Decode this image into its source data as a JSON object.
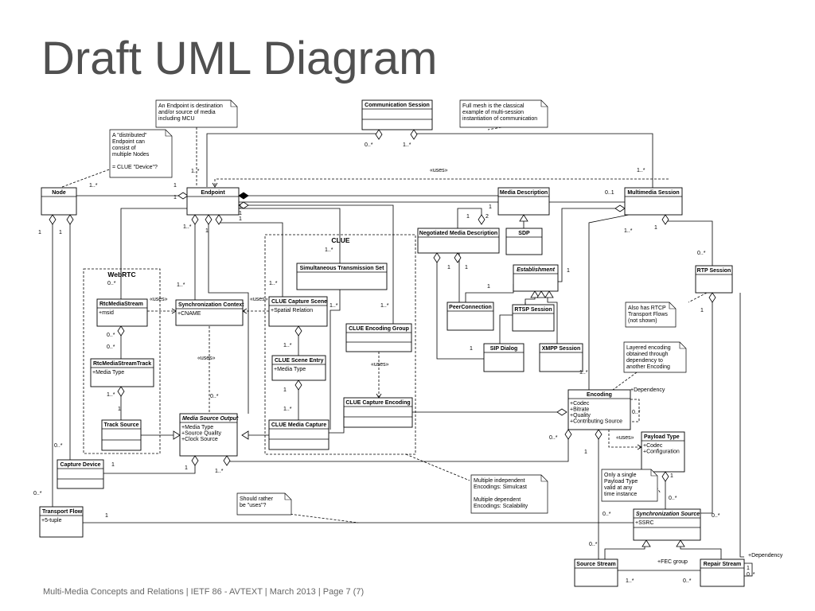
{
  "slide": {
    "title": "Draft UML Diagram",
    "footer": "Multi-Media Concepts and Relations  |  IETF 86 - AVTEXT  |  March 2013  |  Page 7 (7)"
  },
  "classes": {
    "node": {
      "name": "Node"
    },
    "endpoint": {
      "name": "Endpoint"
    },
    "communication_session": {
      "name": "Communication Session"
    },
    "media_description": {
      "name": "Media Description"
    },
    "multimedia_session": {
      "name": "Multimedia Session"
    },
    "negotiated_media_description": {
      "name": "Negotiated Media Description"
    },
    "sdp": {
      "name": "SDP"
    },
    "establishment": {
      "name": "Establishment"
    },
    "peer_connection": {
      "name": "PeerConnection"
    },
    "rtsp_session": {
      "name": "RTSP Session"
    },
    "sip_dialog": {
      "name": "SIP Dialog"
    },
    "xmpp_session": {
      "name": "XMPP Session"
    },
    "rtp_session": {
      "name": "RTP Session"
    },
    "rtc_media_stream": {
      "name": "RtcMediaStream",
      "attr": "+msid"
    },
    "rtc_media_stream_track": {
      "name": "RtcMediaStreamTrack",
      "attr": "+Media Type"
    },
    "track_source": {
      "name": "Track Source"
    },
    "synchronization_context": {
      "name": "Synchronization Context",
      "attr": "+CNAME"
    },
    "media_source_output": {
      "name": "Media Source Output",
      "attr1": "+Media Type",
      "attr2": "+Source Quality",
      "attr3": "+Clock Source"
    },
    "simultaneous_transmission_set": {
      "name": "Simultaneous Transmission Set"
    },
    "clue_capture_scene": {
      "name": "CLUE Capture Scene",
      "attr": "+Spatial Relation"
    },
    "clue_scene_entry": {
      "name": "CLUE Scene Entry",
      "attr": "+Media Type"
    },
    "clue_media_capture": {
      "name": "CLUE Media Capture"
    },
    "clue_encoding_group": {
      "name": "CLUE Encoding Group"
    },
    "clue_capture_encoding": {
      "name": "CLUE Capture Encoding"
    },
    "encoding": {
      "name": "Encoding",
      "attr1": "+Codec",
      "attr2": "+Bitrate",
      "attr3": "+Quality",
      "attr4": "+Contributing Source"
    },
    "payload_type": {
      "name": "Payload Type",
      "attr1": "+Codec",
      "attr2": "+Configuration"
    },
    "synchronization_source": {
      "name": "Synchronization Source",
      "attr": "+SSRC"
    },
    "source_stream": {
      "name": "Source Stream"
    },
    "repair_stream": {
      "name": "Repair Stream"
    },
    "capture_device": {
      "name": "Capture Device"
    },
    "transport_flow": {
      "name": "Transport Flow",
      "attr": "+5-tuple"
    }
  },
  "packages": {
    "webrtc": "WebRTC",
    "clue": "CLUE"
  },
  "notes": {
    "endpoint_note": [
      "An Endpoint is destination",
      "and/or source of media",
      "including MCU"
    ],
    "node_note": [
      "A \"distributed\"",
      "Endpoint can",
      "consist of",
      "multiple Nodes",
      "",
      "= CLUE \"Device\"?"
    ],
    "mesh_note": [
      "Full mesh is the classical",
      "example of multi-session",
      "instantiation of communication"
    ],
    "rtcp_note": [
      "Also has RTCP",
      "Transport Flows",
      "(not shown)"
    ],
    "layered_note": [
      "Layered encoding",
      "obtained through",
      "dependency to",
      "another Encoding"
    ],
    "independent_note": [
      "Multiple independent",
      "Encodings: Simulcast",
      "",
      "Multiple dependent",
      "Encodings: Scalability"
    ],
    "payload_note": [
      "Only a single",
      "Payload Type",
      "valid at any",
      "time instance"
    ],
    "uses_note": [
      "Should rather",
      "be \"uses\"?"
    ]
  },
  "labels": {
    "uses": "«uses»",
    "dependency": "+Dependency",
    "fec_group": "+FEC group",
    "m_0n": "0..*",
    "m_1n": "1..*",
    "m_1": "1",
    "m_2": "2",
    "m_01": "0..1"
  }
}
